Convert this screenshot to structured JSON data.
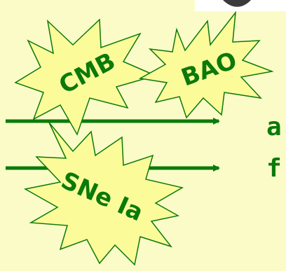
{
  "diagram": {
    "bursts": [
      {
        "id": "cmb",
        "label": "CMB"
      },
      {
        "id": "bao",
        "label": "BAO"
      },
      {
        "id": "sne",
        "label": "SNe Ia"
      }
    ],
    "side_letters": {
      "line1": "a",
      "line2": "f"
    }
  }
}
